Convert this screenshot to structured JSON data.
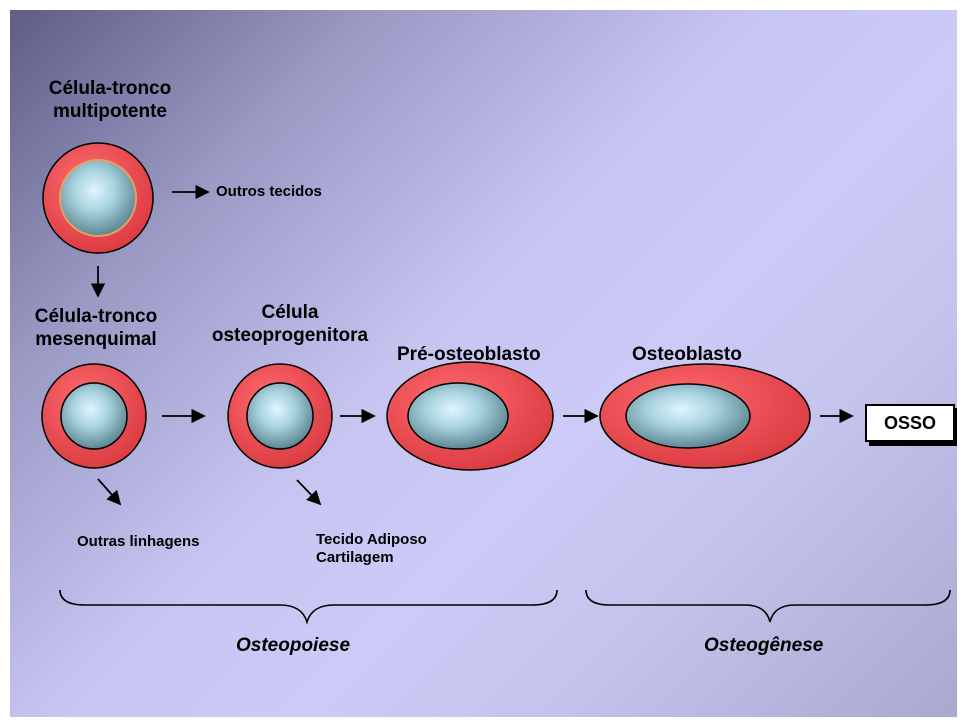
{
  "labels": {
    "multipotent": "Célula-tronco\nmultipotente",
    "other_tissues": "Outros tecidos",
    "mesenchymal": "Célula-tronco\nmesenquimal",
    "osteoprogenitor": "Célula\nosteoprogenitora",
    "pre_osteoblast": "Pré-osteoblasto",
    "osteoblast": "Osteoblasto",
    "bone": "OSSO",
    "other_lineages": "Outras linhagens",
    "adipose_cartilage": "Tecido Adiposo\nCartilagem",
    "osteopoiesis": "Osteopoiese",
    "osteogenesis": "Osteogênese"
  },
  "colors": {
    "cell_outer": "#e8474c",
    "nucleus_light": "#d6f2fb",
    "nucleus_dark": "#5f8a96",
    "nucleus_ring": "#e8a060"
  }
}
